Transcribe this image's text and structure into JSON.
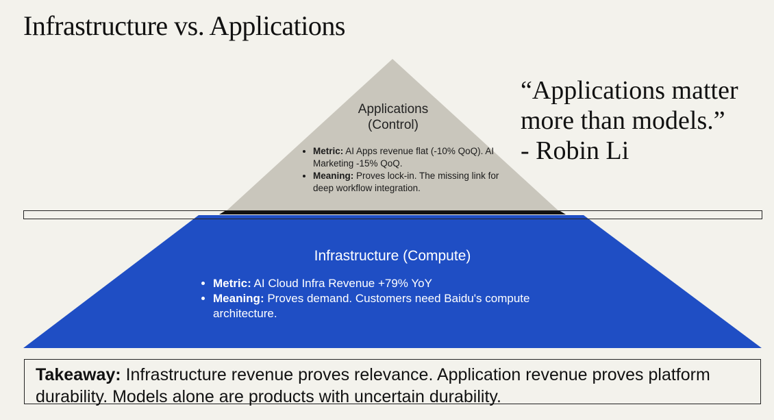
{
  "title": "Infrastructure vs. Applications",
  "top_layer": {
    "title_line1": "Applications",
    "title_line2": "(Control)",
    "bullets": [
      {
        "label": "Metric:",
        "text": "AI Apps revenue flat (-10% QoQ). AI Marketing -15% QoQ."
      },
      {
        "label": "Meaning:",
        "text": "Proves lock-in. The missing link for deep workflow integration."
      }
    ]
  },
  "base_layer": {
    "title": "Infrastructure (Compute)",
    "bullets": [
      {
        "label": "Metric:",
        "text": "AI Cloud Infra Revenue +79% YoY"
      },
      {
        "label": "Meaning:",
        "text": "Proves demand. Customers need Baidu's compute architecture."
      }
    ]
  },
  "quote": {
    "line1": "“Applications matter",
    "line2": "more than models.”",
    "attribution": "- Robin Li"
  },
  "takeaway": {
    "label": "Takeaway:",
    "text": "Infrastructure revenue proves relevance. Application revenue proves platform durability. Models alone are products with uncertain durability."
  },
  "colors": {
    "background": "#f3f2ec",
    "top_layer": "#c9c6bc",
    "base_layer": "#1f4ec4",
    "divider": "#111111"
  }
}
